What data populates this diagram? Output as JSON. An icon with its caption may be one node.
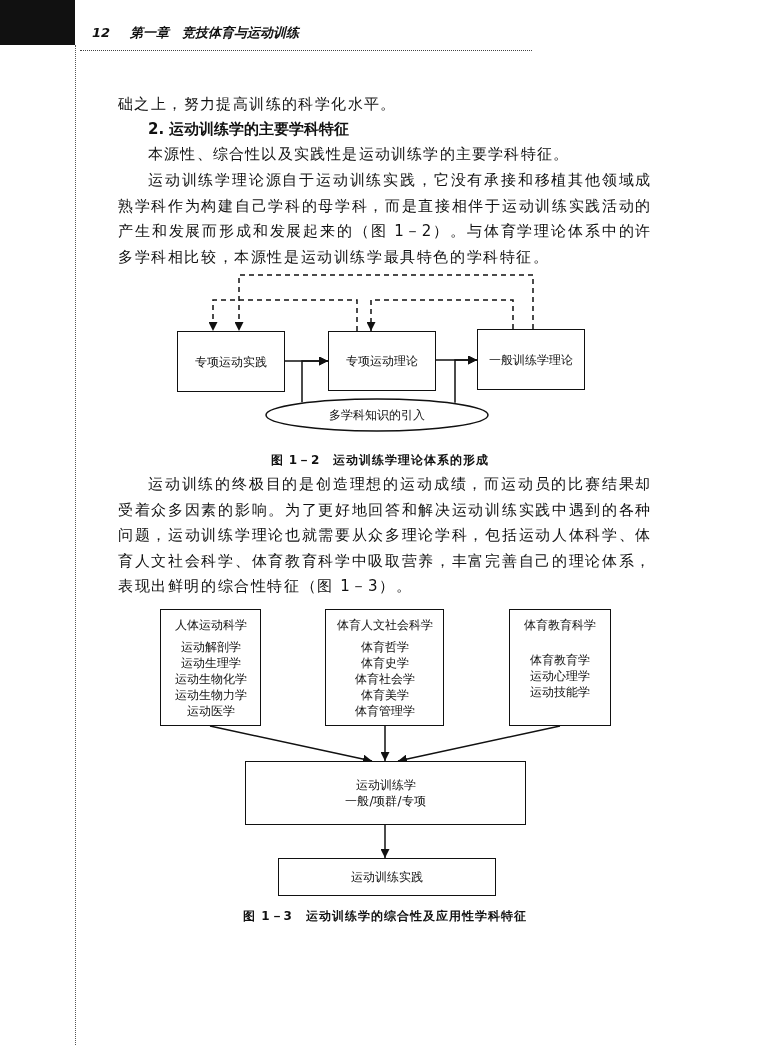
{
  "diagram": {
    "nodes": [
      {
        "text": [
          "专项运动实践"
        ]
      },
      {
        "text": [
          "专项运动理论"
        ]
      },
      {
        "text": [
          "一般训练学理论"
        ]
      },
      {
        "text": [
          "多学科知识的引入"
        ]
      },
      {
        "text": [
          "人体运动科学",
          "运动解剖学",
          "运动生理学",
          "运动生物化学",
          "运动生物力学",
          "运动医学"
        ]
      },
      {
        "text": [
          "体育人文社会科学",
          "体育哲学",
          "体育史学",
          "体育社会学",
          "体育美学",
          "体育管理学"
        ]
      },
      {
        "text": [
          "体育教育科学",
          "体育教育学",
          "运动心理学",
          "运动技能学"
        ]
      },
      {
        "text": [
          "运动训练学",
          "一般/项群/专项"
        ]
      },
      {
        "text": [
          "运动训练实践"
        ]
      }
    ],
    "edges": [
      {
        "from": 0,
        "to": 1,
        "arrow": "to"
      },
      {
        "from": 1,
        "to": 2,
        "arrow": "to"
      },
      {
        "from": 3,
        "to": 1,
        "arrow": "to"
      },
      {
        "from": 3,
        "to": 2,
        "arrow": "to"
      },
      {
        "from": 1,
        "to": 0,
        "arrow": "to",
        "style": "dashed"
      },
      {
        "from": 2,
        "to": 1,
        "arrow": "to",
        "style": "dashed"
      },
      {
        "from": 2,
        "to": 0,
        "arrow": "to",
        "style": "dashed"
      },
      {
        "from": 4,
        "to": 7,
        "arrow": "to"
      },
      {
        "from": 5,
        "to": 7,
        "arrow": "to"
      },
      {
        "from": 6,
        "to": 7,
        "arrow": "to"
      },
      {
        "from": 7,
        "to": 8,
        "arrow": "to"
      }
    ],
    "labels": [
      "12",
      "第一章　竞技体育与运动训练",
      "础之上，努力提高训练的科学化水平。",
      "2. 运动训练学的主要学科特征",
      "本源性、综合性以及实践性是运动训练学的主要学科特征。",
      "运动训练学理论源自于运动训练实践，它没有承接和移植其他领域成熟学科作为构建自己学科的母学科，而是直接相伴于运动训练实践活动的产生和发展而形成和发展起来的（图 1－2）。与体育学理论体系中的许多学科相比较，本源性是运动训练学最具特色的学科特征。",
      "图 1－2　运动训练学理论体系的形成",
      "运动训练的终极目的是创造理想的运动成绩，而运动员的比赛结果却受着众多因素的影响。为了更好地回答和解决运动训练实践中遇到的各种问题，运动训练学理论也就需要从众多理论学科，包括运动人体科学、体育人文社会科学、体育教育科学中吸取营养，丰富完善自己的理论体系，表现出鲜明的综合性特征（图 1－3）。",
      "图 1－3　运动训练学的综合性及应用性学科特征"
    ]
  }
}
